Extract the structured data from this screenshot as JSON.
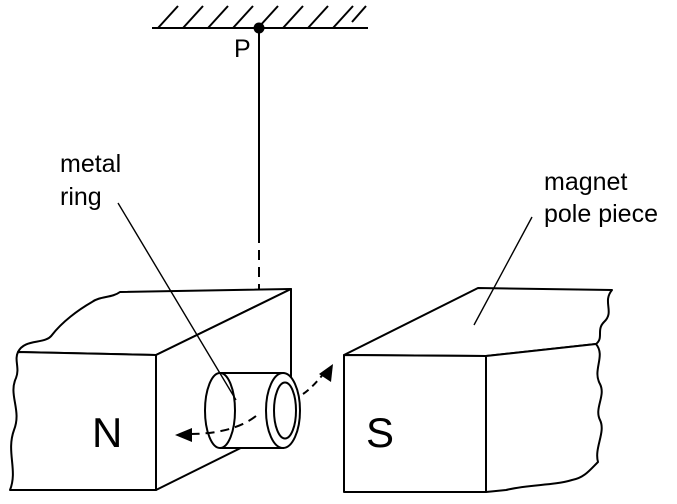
{
  "labels": {
    "pivot": "P",
    "ring_line1": "metal",
    "ring_line2": "ring",
    "magnet_line1": "magnet",
    "magnet_line2": "pole piece",
    "north": "N",
    "south": "S"
  },
  "colors": {
    "ink": "#000000",
    "paper": "#ffffff"
  }
}
